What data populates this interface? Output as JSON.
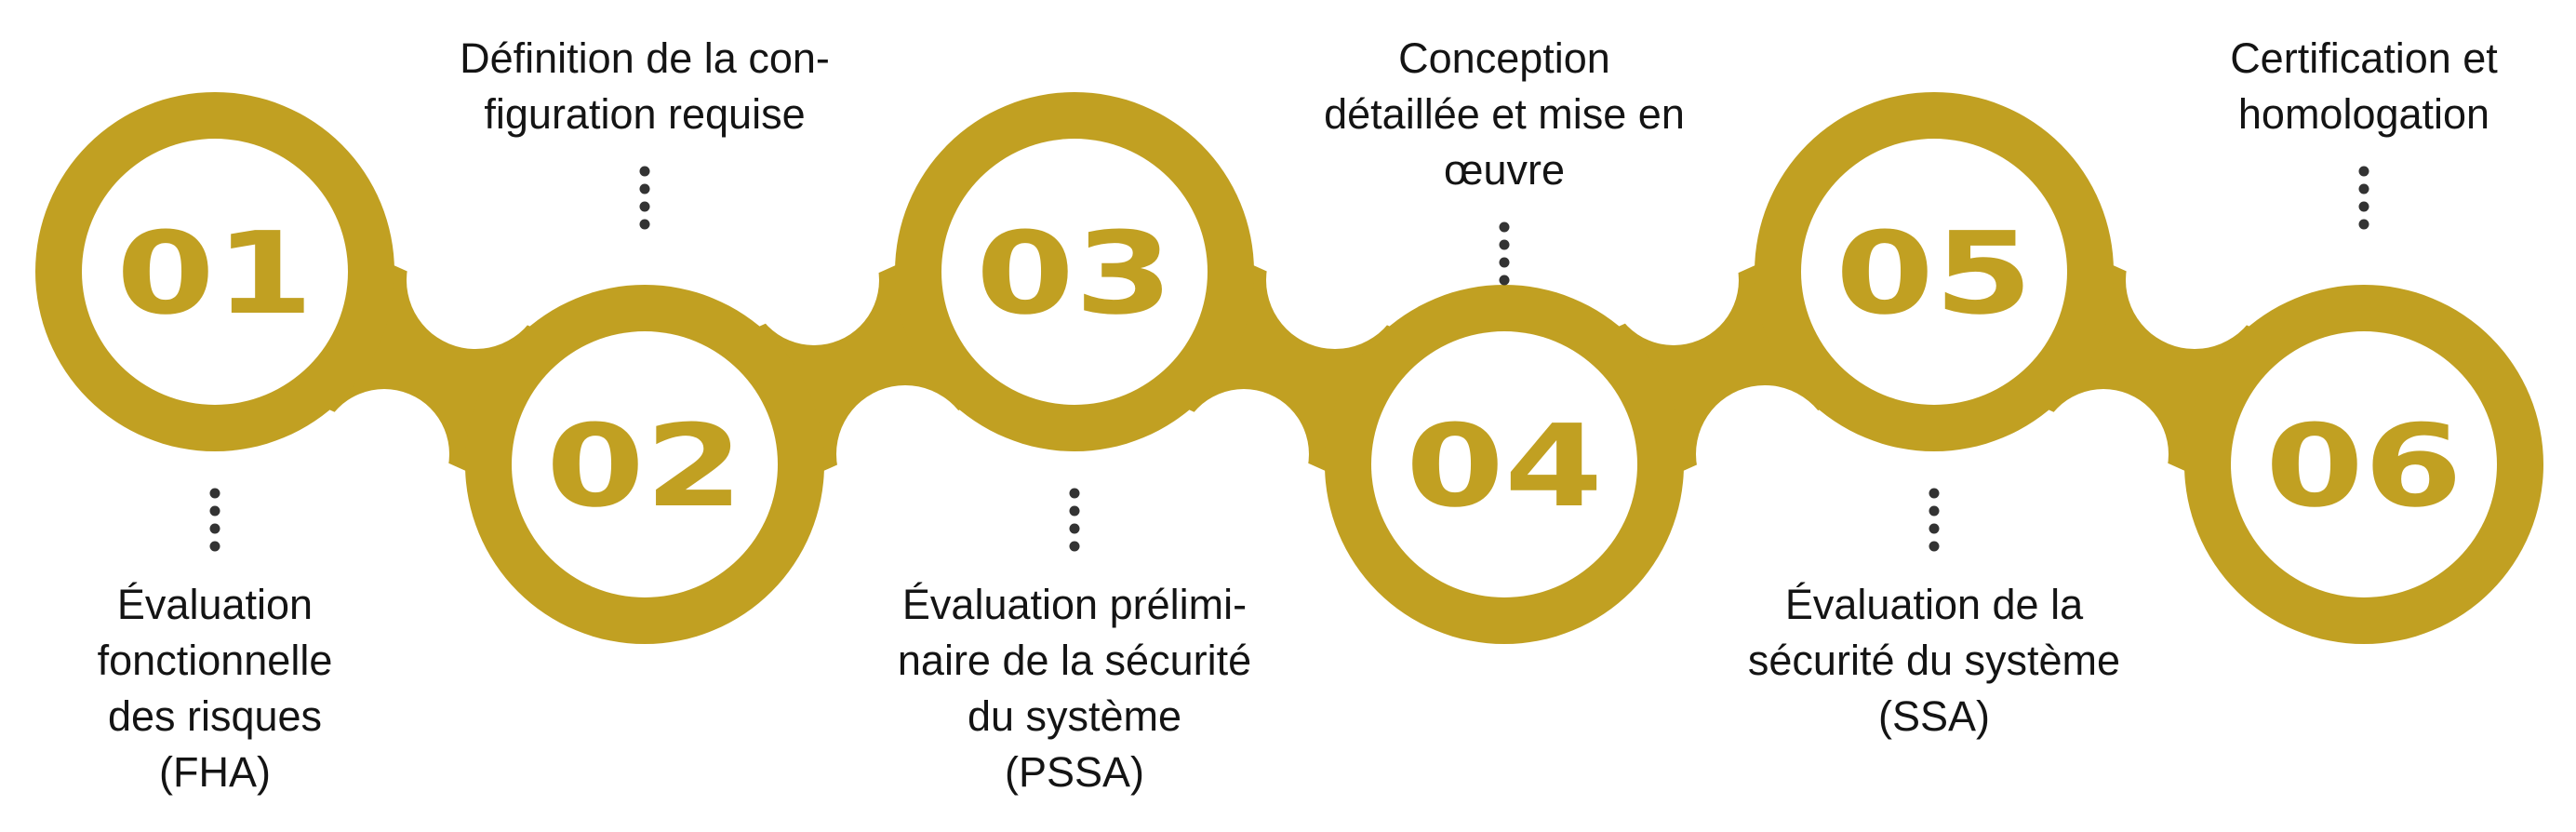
{
  "colors": {
    "accent": "#C1A022",
    "text": "#141414",
    "dots": "#333333",
    "background": "#FFFFFF"
  },
  "steps": [
    {
      "number": "01",
      "label_position": "bottom",
      "label_lines": [
        "Évaluation",
        "fonctionnelle",
        "des risques",
        "(FHA)"
      ]
    },
    {
      "number": "02",
      "label_position": "top",
      "label_lines": [
        "Définition de la con-",
        "figuration requise"
      ]
    },
    {
      "number": "03",
      "label_position": "bottom",
      "label_lines": [
        "Évaluation prélimi-",
        "naire de la sécurité",
        "du système",
        "(PSSA)"
      ]
    },
    {
      "number": "04",
      "label_position": "top",
      "label_lines": [
        "Conception",
        "détaillée et mise en",
        "œuvre"
      ]
    },
    {
      "number": "05",
      "label_position": "bottom",
      "label_lines": [
        "Évaluation de la",
        "sécurité du système",
        "(SSA)"
      ]
    },
    {
      "number": "06",
      "label_position": "top",
      "label_lines": [
        "Certification et",
        "homologation"
      ]
    }
  ]
}
